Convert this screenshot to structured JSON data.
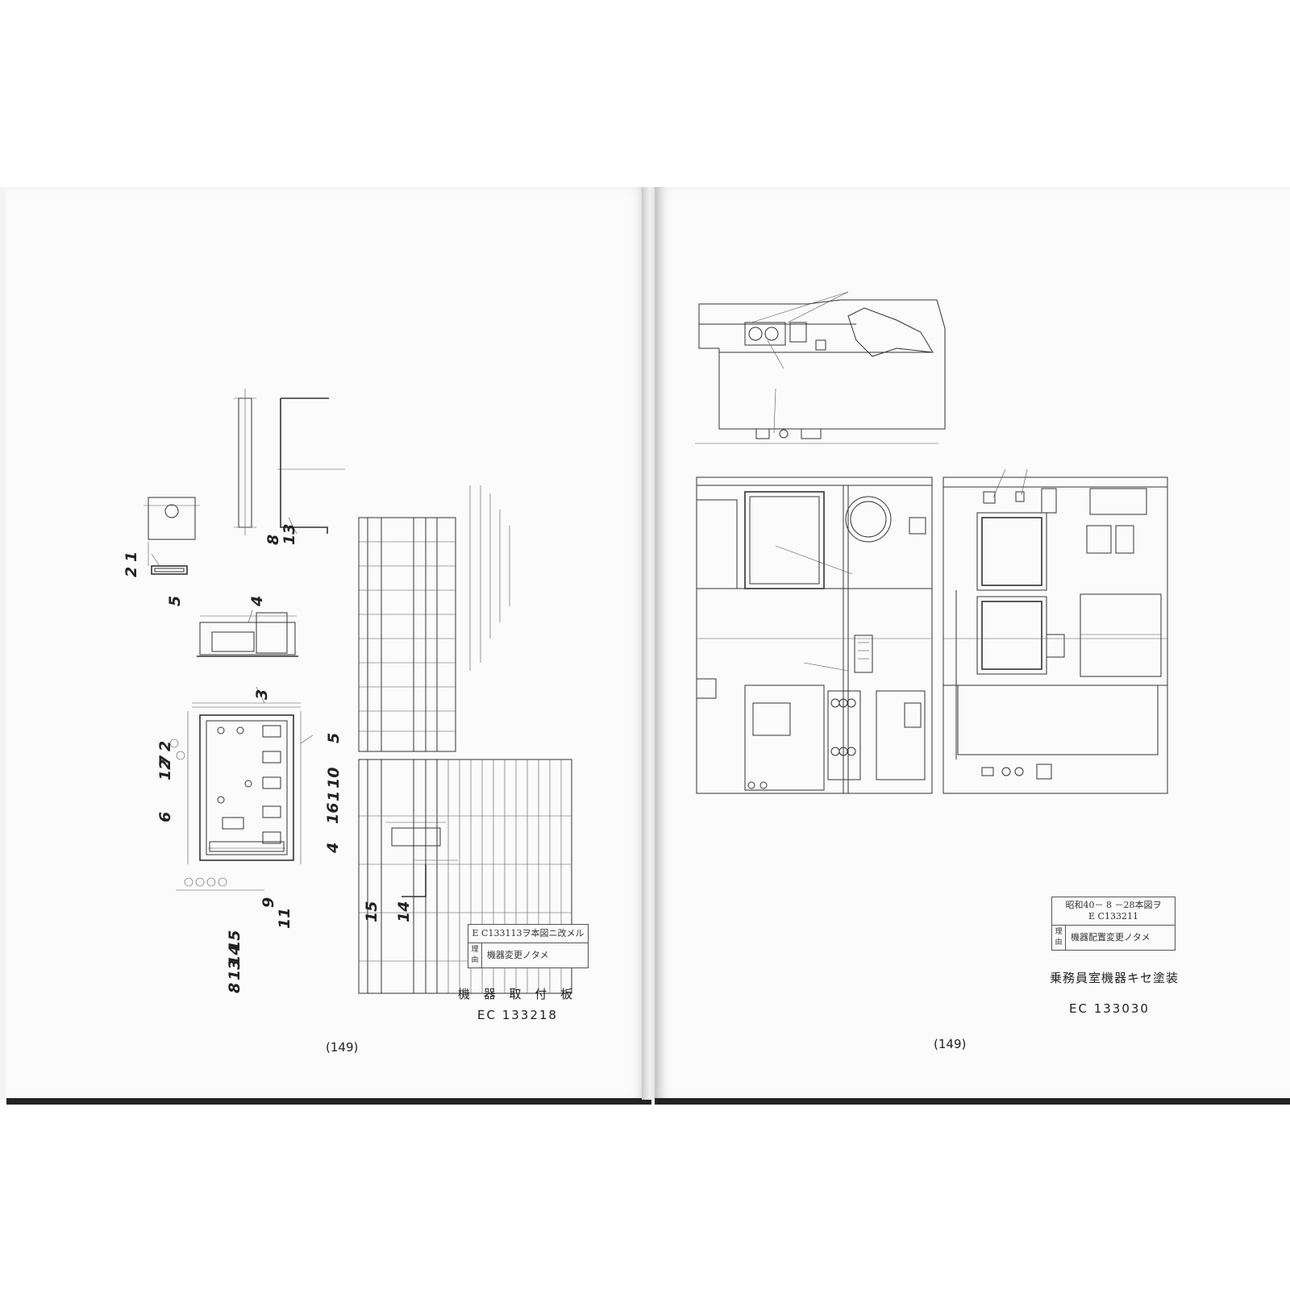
{
  "left_page": {
    "part_numbers": [
      "2",
      "1",
      "5",
      "4",
      "8",
      "13",
      "3",
      "10",
      "5",
      "1",
      "6",
      "12",
      "7",
      "2",
      "16",
      "4",
      "8",
      "13",
      "14",
      "15",
      "9",
      "11",
      "15",
      "14"
    ],
    "change_block": {
      "note": "E C133113ヲ本図ニ改メル",
      "reason_label": "理由",
      "reason": "機器変更ノタメ"
    },
    "title": "機 器 取 付 板",
    "doc_number": "EC 133218",
    "page_number": "(149)"
  },
  "right_page": {
    "change_block": {
      "note_line1": "昭和40－ 8 －28本図ヲ",
      "note_line2": "E C133211",
      "reason_label": "理由",
      "reason": "機器配置変更ノタメ"
    },
    "title": "乗務員室機器キセ塗装",
    "doc_number": "EC 133030",
    "page_number": "(149)"
  }
}
